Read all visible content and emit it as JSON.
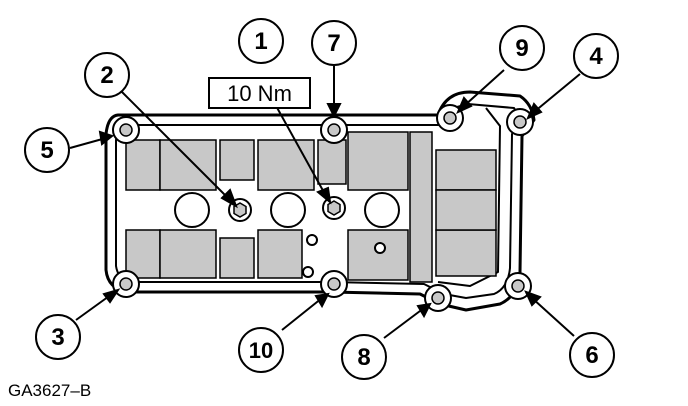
{
  "figure": {
    "id_label": "GA3627–B",
    "torque_spec": "10 Nm"
  },
  "callouts": [
    {
      "label": "1"
    },
    {
      "label": "2"
    },
    {
      "label": "3"
    },
    {
      "label": "4"
    },
    {
      "label": "5"
    },
    {
      "label": "6"
    },
    {
      "label": "7"
    },
    {
      "label": "8"
    },
    {
      "label": "9"
    },
    {
      "label": "10"
    }
  ],
  "colors": {
    "line": "#000000",
    "shading": "#c8c8c8",
    "background": "#ffffff"
  }
}
